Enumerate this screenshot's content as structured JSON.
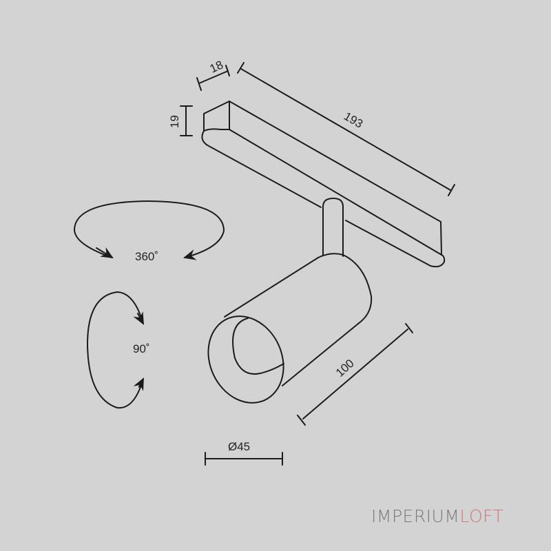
{
  "diagram": {
    "subject": "track spotlight dimension drawing",
    "dimensions": {
      "width": "18",
      "height": "19",
      "length": "193",
      "body_length": "100",
      "diameter": "Ø45"
    },
    "rotation": {
      "horizontal": "360˚",
      "vertical": "90˚"
    },
    "colors": {
      "background": "#d3d3d3",
      "line": "#1a1a1a"
    }
  },
  "brand": {
    "part1": "IMPERIUM",
    "part2": "LOFT",
    "color1": "#7a7a7a",
    "color2": "#d07777"
  }
}
